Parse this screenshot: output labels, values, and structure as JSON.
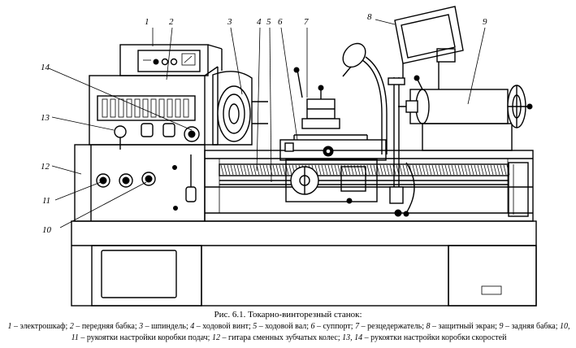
{
  "labels": {
    "l1": "1",
    "l2": "2",
    "l3": "3",
    "l4": "4",
    "l5": "5",
    "l6": "6",
    "l7": "7",
    "l8": "8",
    "l9": "9",
    "l10": "10",
    "l11": "11",
    "l12": "12",
    "l13": "13",
    "l14": "14"
  },
  "caption": {
    "title": "Рис. 6.1. Токарно-винторезный станок:",
    "items": [
      {
        "num": "1",
        "text": "электрошкаф;"
      },
      {
        "num": "2",
        "text": "передняя бабка;"
      },
      {
        "num": "3",
        "text": "шпиндель;"
      },
      {
        "num": "4",
        "text": "ходовой винт;"
      },
      {
        "num": "5",
        "text": "ходовой вал;"
      },
      {
        "num": "6",
        "text": "суппорт;"
      },
      {
        "num": "7",
        "text": "резцедержатель;"
      },
      {
        "num": "8",
        "text": "защитный экран;"
      },
      {
        "num": "9",
        "text": "задняя бабка;"
      },
      {
        "num": "10, 11",
        "text": "рукоятки настройки коробки подач;"
      },
      {
        "num": "12",
        "text": "гитара сменных зубчатых колес;"
      },
      {
        "num": "13, 14",
        "text": "рукоятки настройки коробки скоростей"
      }
    ]
  }
}
